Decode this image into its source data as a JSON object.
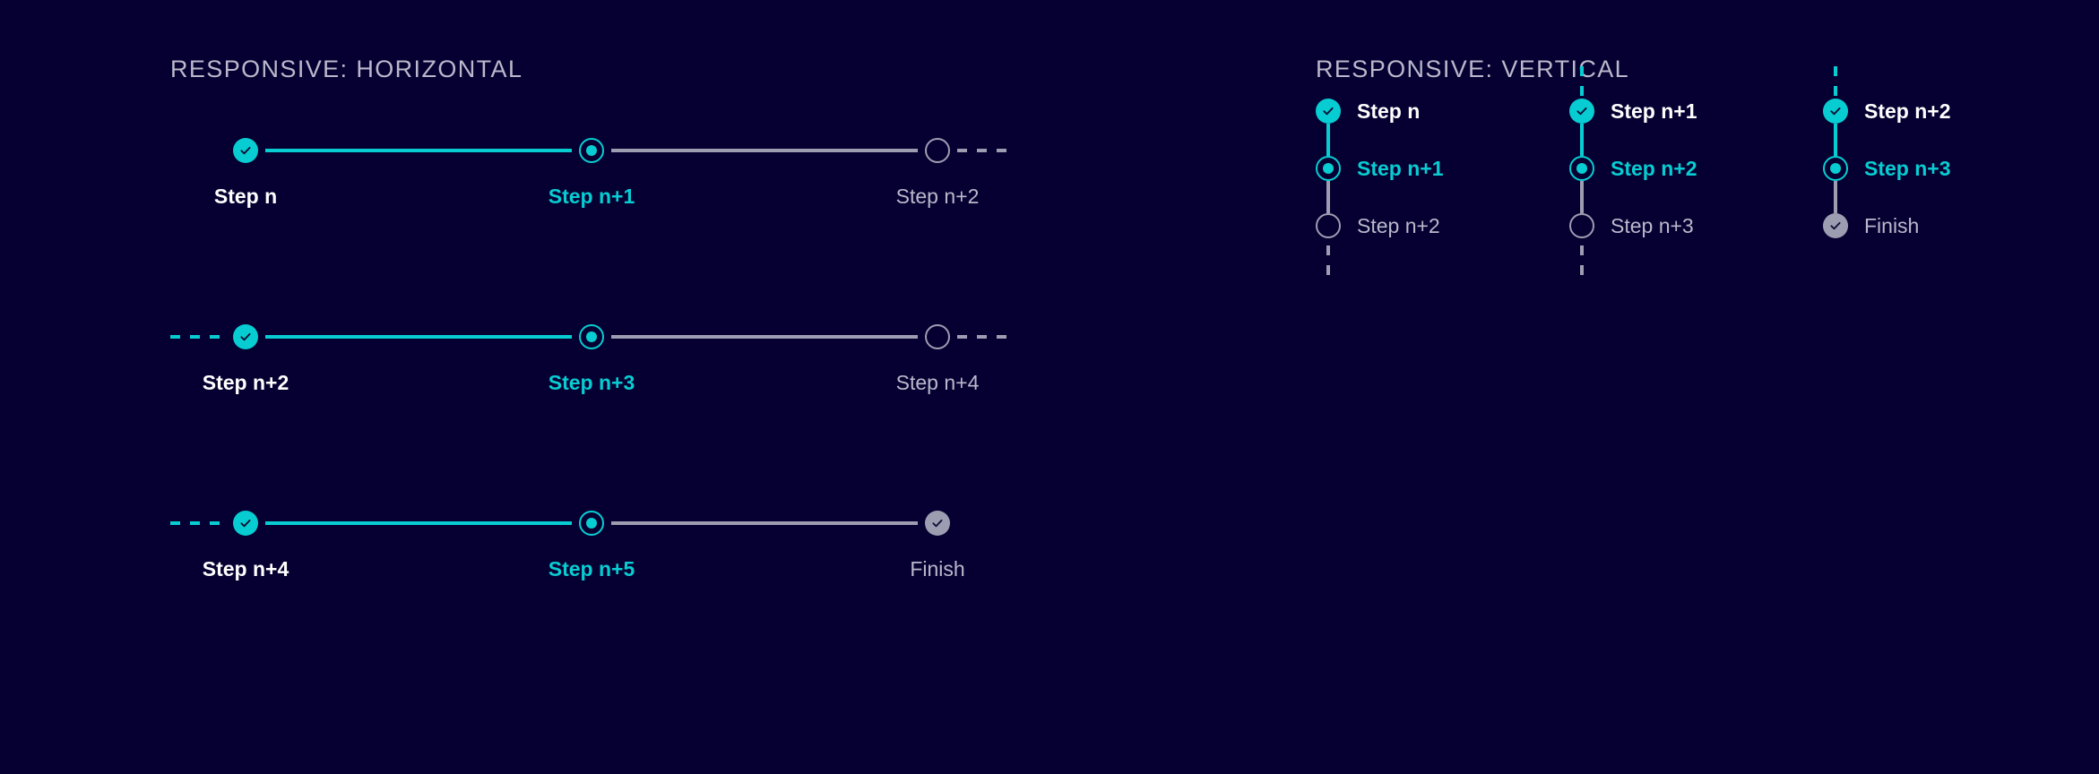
{
  "theme": {
    "background": "#050031",
    "accent_cyan": "#07cdd3",
    "muted_gray": "#9d9db2",
    "label_gray": "#b9b9cc",
    "complete_text": "#ffffff"
  },
  "horizontal": {
    "title": "RESPONSIVE: HORIZONTAL",
    "rows": [
      {
        "lead": "none",
        "trail": "dashed-gray",
        "steps": [
          {
            "label": "Step n",
            "state": "complete",
            "icon": "check-icon"
          },
          {
            "label": "Step n+1",
            "state": "active",
            "icon": "dot-icon"
          },
          {
            "label": "Step n+2",
            "state": "incomplete",
            "icon": "circle-icon"
          }
        ],
        "connectors": [
          "solid-cyan",
          "solid-gray"
        ]
      },
      {
        "lead": "dashed-cyan",
        "trail": "dashed-gray",
        "steps": [
          {
            "label": "Step n+2",
            "state": "complete",
            "icon": "check-icon"
          },
          {
            "label": "Step n+3",
            "state": "active",
            "icon": "dot-icon"
          },
          {
            "label": "Step n+4",
            "state": "incomplete",
            "icon": "circle-icon"
          }
        ],
        "connectors": [
          "solid-cyan",
          "solid-gray"
        ]
      },
      {
        "lead": "dashed-cyan",
        "trail": "none",
        "steps": [
          {
            "label": "Step n+4",
            "state": "complete",
            "icon": "check-icon"
          },
          {
            "label": "Step n+5",
            "state": "active",
            "icon": "dot-icon"
          },
          {
            "label": "Finish",
            "state": "finish",
            "icon": "check-icon"
          }
        ],
        "connectors": [
          "solid-cyan",
          "solid-gray"
        ]
      }
    ]
  },
  "vertical": {
    "title": "RESPONSIVE: VERTICAL",
    "columns": [
      {
        "lead": "none",
        "trail": "dashed-gray",
        "steps": [
          {
            "label": "Step n",
            "state": "complete",
            "icon": "check-icon",
            "connector": "solid-cyan"
          },
          {
            "label": "Step n+1",
            "state": "active",
            "icon": "dot-icon",
            "connector": "solid-gray"
          },
          {
            "label": "Step n+2",
            "state": "incomplete",
            "icon": "circle-icon",
            "connector": "none"
          }
        ]
      },
      {
        "lead": "dashed-cyan",
        "trail": "dashed-gray",
        "steps": [
          {
            "label": "Step n+1",
            "state": "complete",
            "icon": "check-icon",
            "connector": "solid-cyan"
          },
          {
            "label": "Step n+2",
            "state": "active",
            "icon": "dot-icon",
            "connector": "solid-gray"
          },
          {
            "label": "Step n+3",
            "state": "incomplete",
            "icon": "circle-icon",
            "connector": "none"
          }
        ]
      },
      {
        "lead": "dashed-cyan",
        "trail": "none",
        "steps": [
          {
            "label": "Step n+2",
            "state": "complete",
            "icon": "check-icon",
            "connector": "solid-cyan"
          },
          {
            "label": "Step n+3",
            "state": "active",
            "icon": "dot-icon",
            "connector": "solid-gray"
          },
          {
            "label": "Finish",
            "state": "finish",
            "icon": "check-icon",
            "connector": "none"
          }
        ]
      }
    ]
  }
}
